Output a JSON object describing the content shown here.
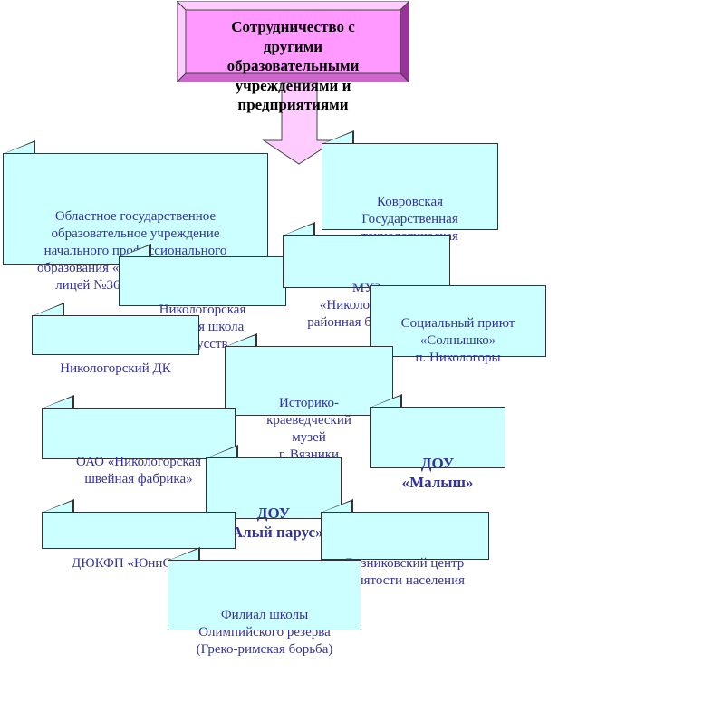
{
  "title": "Сотрудничество с\nдругими\nобразовательными\nучреждениями и\nпредприятиями",
  "colors": {
    "box_fill": "#ccffff",
    "box_text": "#333399",
    "title_fill": "#ff99ff",
    "arrow_fill": "#ffccff"
  },
  "nodes": [
    {
      "id": "oblastnoe",
      "text": "Областное государственное\nобразовательное учреждение\nначального профессионального\nобразования «Профессиональный\nлицей №36 п. Никологоры»"
    },
    {
      "id": "kovrov",
      "text": "Ковровская\nГосударственная\nтехнологическая\nакадемия"
    },
    {
      "id": "muz",
      "text": "МУЗ\n«Никологорская\nрайонная больница»"
    },
    {
      "id": "shkola_iskusstv",
      "text": "Никологорская\nдетская школа\nискусств"
    },
    {
      "id": "priyut",
      "text": "Социальный приют\n«Солнышко»\nп. Никологоры"
    },
    {
      "id": "dk",
      "text": "Никологорский ДК"
    },
    {
      "id": "muzei",
      "text": "Историко-\nкраеведческий\nмузей\nг. Вязники"
    },
    {
      "id": "fabrika",
      "text": "ОАО «Никологорская\nшвейная фабрика»"
    },
    {
      "id": "malysh",
      "text": "ДОУ\n«Малыш»"
    },
    {
      "id": "alyi_parus",
      "text": "ДОУ\n«Алый парус»"
    },
    {
      "id": "dyukfp",
      "text": "ДЮКФП «ЮниС – 92»"
    },
    {
      "id": "tsentr",
      "text": "Вязниковский центр\nзанятости населения"
    },
    {
      "id": "filial",
      "text": "Филиал школы\nОлимпийского резерва\n(Греко-римская борьба)"
    }
  ]
}
